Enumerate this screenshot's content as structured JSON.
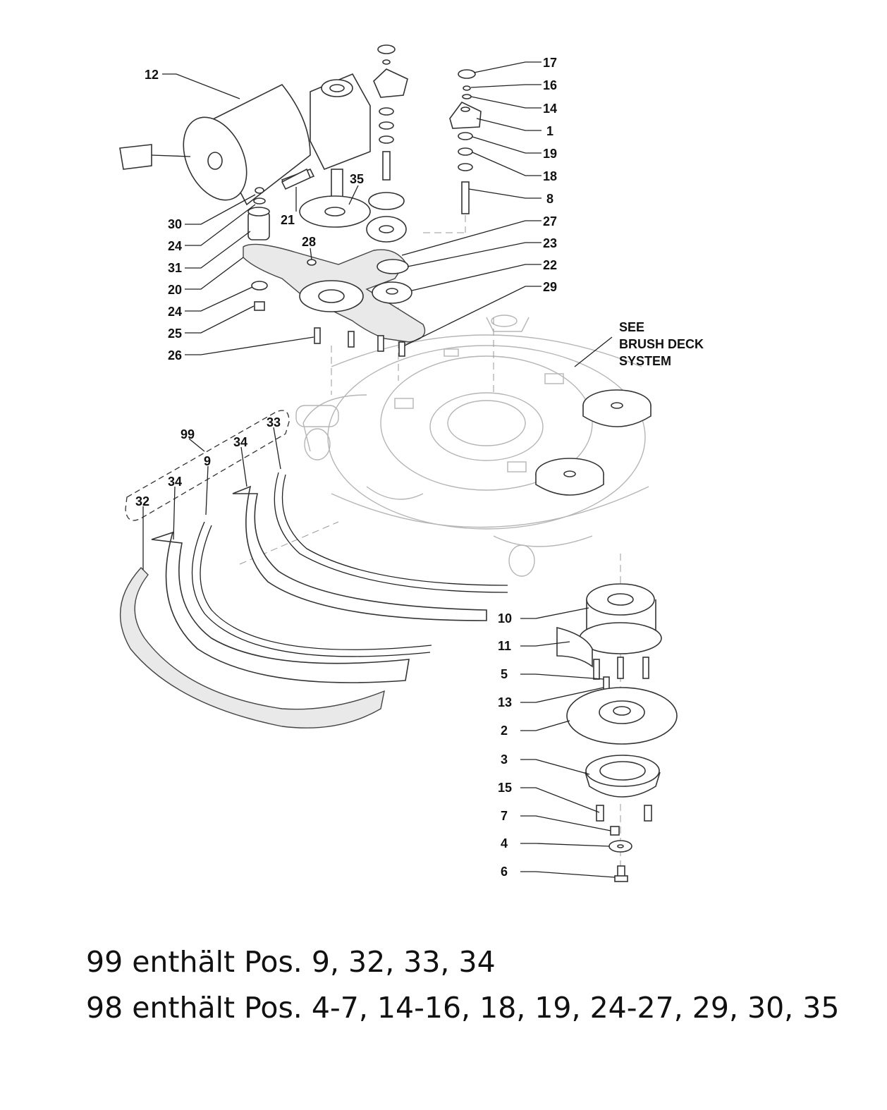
{
  "callouts": {
    "c12": "12",
    "c17": "17",
    "c16": "16",
    "c14": "14",
    "c1": "1",
    "c19": "19",
    "c18": "18",
    "c8": "8",
    "c35": "35",
    "c21": "21",
    "c30": "30",
    "c24a": "24",
    "c31": "31",
    "c20": "20",
    "c24b": "24",
    "c25": "25",
    "c26": "26",
    "c28": "28",
    "c27": "27",
    "c23": "23",
    "c22": "22",
    "c29": "29",
    "c99": "99",
    "c9": "9",
    "c34a": "34",
    "c34b": "34",
    "c33": "33",
    "c32": "32",
    "c10": "10",
    "c11": "11",
    "c5": "5",
    "c13": "13",
    "c2": "2",
    "c3": "3",
    "c15": "15",
    "c7": "7",
    "c4": "4",
    "c6": "6"
  },
  "see_note": [
    "SEE",
    "BRUSH DECK",
    "SYSTEM"
  ],
  "captions": {
    "line1": "99 enthält Pos. 9, 32, 33, 34",
    "line2": "98 enthält Pos. 4-7, 14-16, 18, 19, 24-27, 29, 30, 35"
  }
}
